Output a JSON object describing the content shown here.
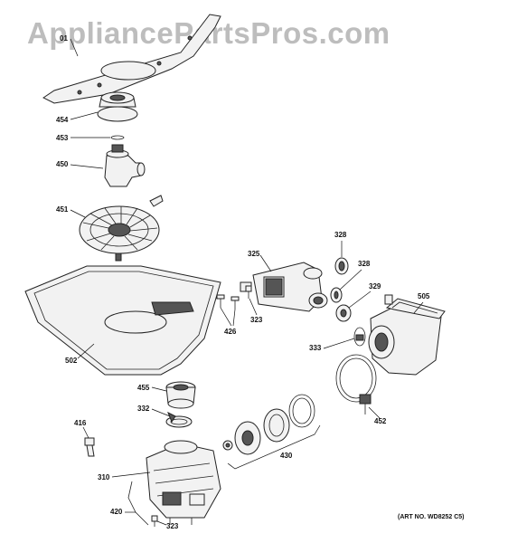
{
  "watermark": "AppliancePartsPros.com",
  "art_number": "(ART NO. WD8252 C5)",
  "labels": {
    "p01": "01",
    "p454": "454",
    "p453": "453",
    "p450": "450",
    "p451": "451",
    "p325": "325",
    "p328a": "328",
    "p328b": "328",
    "p329": "329",
    "p505": "505",
    "p323a": "323",
    "p426": "426",
    "p333": "333",
    "p502": "502",
    "p455": "455",
    "p332": "332",
    "p416": "416",
    "p452": "452",
    "p430": "430",
    "p310": "310",
    "p420": "420",
    "p323b": "323"
  }
}
